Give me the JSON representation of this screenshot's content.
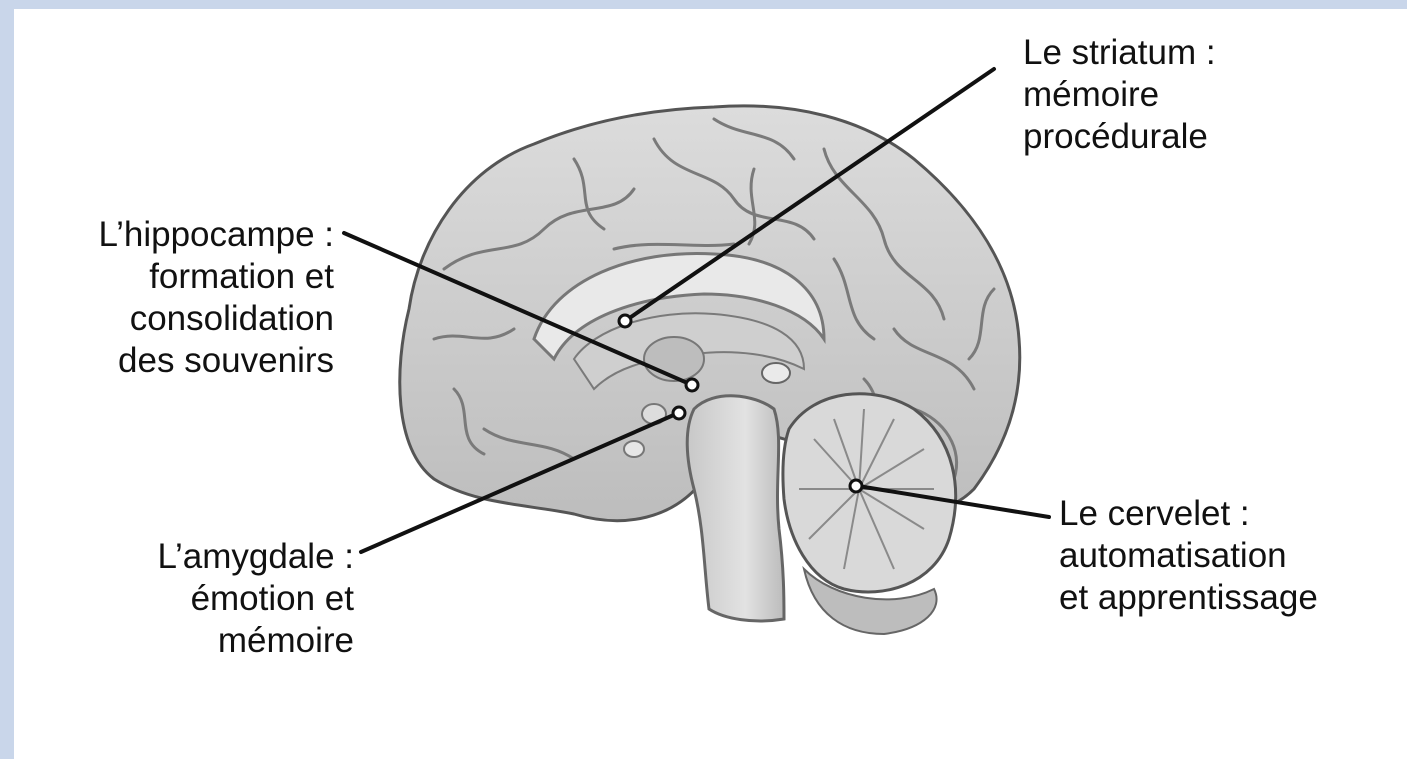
{
  "labels": {
    "striatum": [
      "Le striatum :",
      "mémoire",
      "procédurale"
    ],
    "hippocampe": [
      "L’hippocampe :",
      "formation et",
      "consolidation",
      "des souvenirs"
    ],
    "amygdale": [
      "L’amygdale :",
      "émotion et",
      "mémoire"
    ],
    "cervelet": [
      "Le cervelet :",
      "automatisation",
      "et apprentissage"
    ]
  },
  "colors": {
    "frame": "#c9d6ea",
    "background": "#ffffff",
    "brain_light": "#d2d2d2",
    "brain_mid": "#b4b4b4",
    "brain_dark": "#7a7a7a",
    "leader_line": "#111111"
  }
}
